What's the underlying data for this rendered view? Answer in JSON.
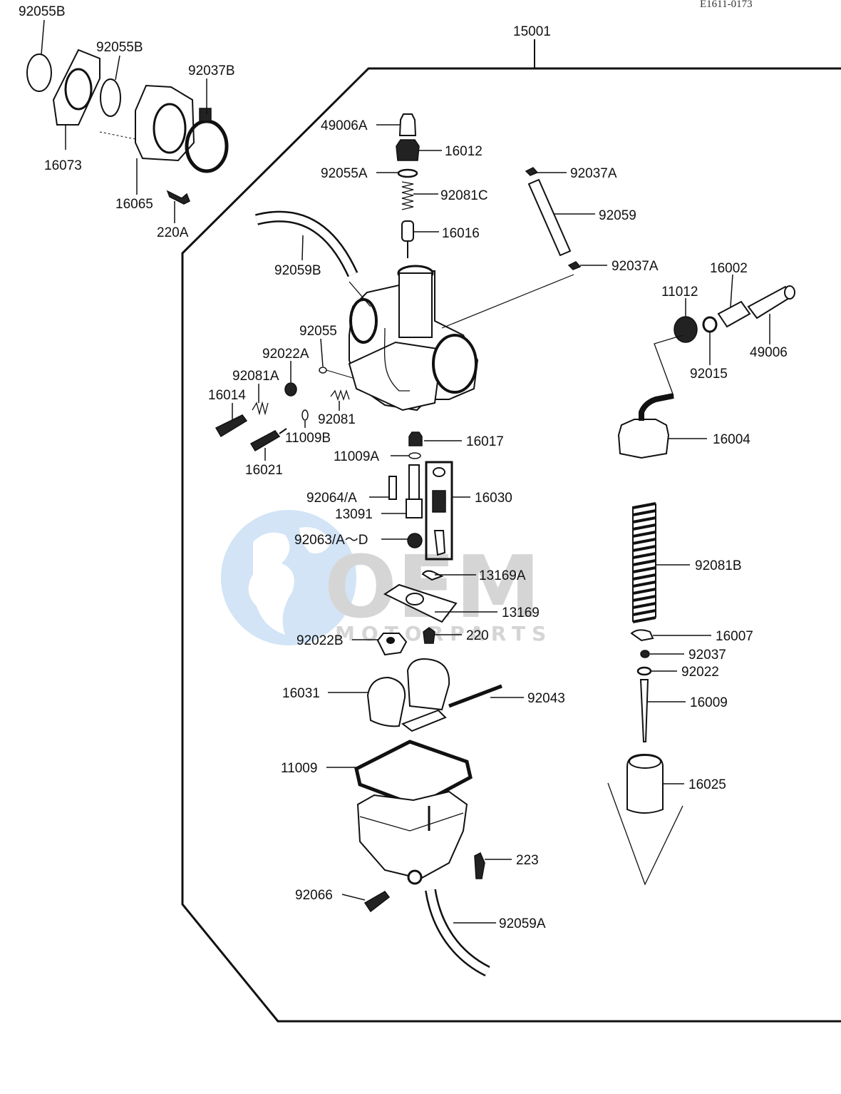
{
  "diagram": {
    "code": "E1611-0173",
    "watermark": {
      "brand": "OEM",
      "tagline": "MOTORPARTS"
    },
    "callouts": [
      "92055B",
      "92055B",
      "92037B",
      "16073",
      "16065",
      "220A",
      "15001",
      "49006A",
      "16012",
      "92055A",
      "92081C",
      "16016",
      "92037A",
      "92059",
      "92037A",
      "92059B",
      "11012",
      "16002",
      "49006",
      "92015",
      "92055",
      "92022A",
      "92081A",
      "16014",
      "92081",
      "11009B",
      "16021",
      "16004",
      "16017",
      "11009A",
      "92064/A",
      "16030",
      "13091",
      "92063/A～D",
      "92081B",
      "13169A",
      "13169",
      "92022B",
      "220",
      "16007",
      "92037",
      "92022",
      "16031",
      "92043",
      "16009",
      "11009",
      "16025",
      "223",
      "92066",
      "92059A"
    ]
  }
}
